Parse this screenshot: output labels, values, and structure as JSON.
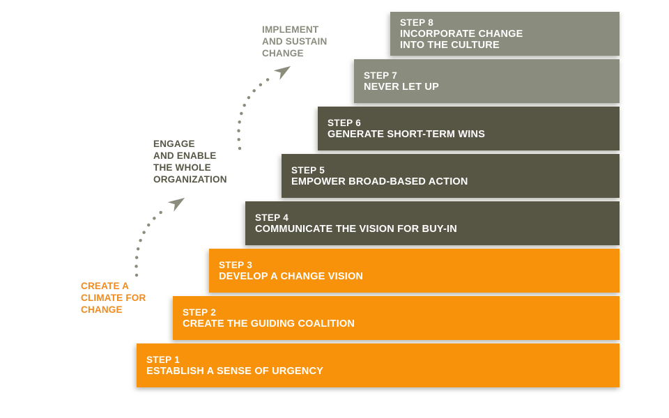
{
  "diagram": {
    "phases": [
      {
        "id": "create-climate",
        "label": "CREATE A\nCLIMATE FOR\nCHANGE",
        "color": "#F28A1C"
      },
      {
        "id": "engage-enable",
        "label": "ENGAGE\nAND ENABLE\nTHE WHOLE\nORGANIZATION",
        "color": "#575645"
      },
      {
        "id": "implement-sustain",
        "label": "IMPLEMENT\nAND SUSTAIN\nCHANGE",
        "color": "#8A8C7D"
      }
    ],
    "steps": [
      {
        "number": "STEP 1",
        "title": "ESTABLISH A SENSE OF URGENCY",
        "color": "#F8920A"
      },
      {
        "number": "STEP 2",
        "title": "CREATE THE GUIDING COALITION",
        "color": "#F8920A"
      },
      {
        "number": "STEP 3",
        "title": "DEVELOP A CHANGE VISION",
        "color": "#F8920A"
      },
      {
        "number": "STEP 4",
        "title": "COMMUNICATE THE VISION FOR BUY-IN",
        "color": "#575645"
      },
      {
        "number": "STEP 5",
        "title": "EMPOWER BROAD-BASED ACTION",
        "color": "#575645"
      },
      {
        "number": "STEP 6",
        "title": "GENERATE SHORT-TERM WINS",
        "color": "#575645"
      },
      {
        "number": "STEP 7",
        "title": "NEVER LET UP",
        "color": "#8A8C7D"
      },
      {
        "number": "STEP 8",
        "title": "INCORPORATE CHANGE\nINTO THE CULTURE",
        "color": "#8A8C7D"
      }
    ],
    "arrow_color": "#8B8C7C",
    "text_color": "#FFFFFF",
    "background_color": "#FFFFFF"
  }
}
